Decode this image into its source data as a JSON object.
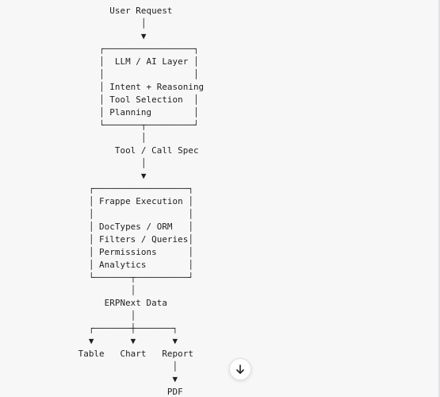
{
  "diagram": {
    "lines": [
      "       User Request",
      "             │",
      "             ▼",
      "     ┌─────────────────┐",
      "     │  LLM / AI Layer │",
      "     │                 │",
      "     │ Intent + Reasoning",
      "     │ Tool Selection  │",
      "     │ Planning        │",
      "     └───────┬─────────┘",
      "             │",
      "        Tool / Call Spec",
      "             │",
      "             ▼",
      "   ┌──────────────────┐",
      "   │ Frappe Execution │",
      "   │                  │",
      "   │ DocTypes / ORM   │",
      "   │ Filters / Queries│",
      "   │ Permissions      │",
      "   │ Analytics        │",
      "   └───────┬──────────┘",
      "           │",
      "      ERPNext Data",
      "           │",
      "   ┌───────┼───────┐",
      "   ▼       ▼       ▼",
      " Table   Chart   Report",
      "                   │",
      "                   ▼",
      "                  PDF"
    ]
  },
  "controls": {
    "scroll_down_icon": "arrow-down-icon"
  }
}
